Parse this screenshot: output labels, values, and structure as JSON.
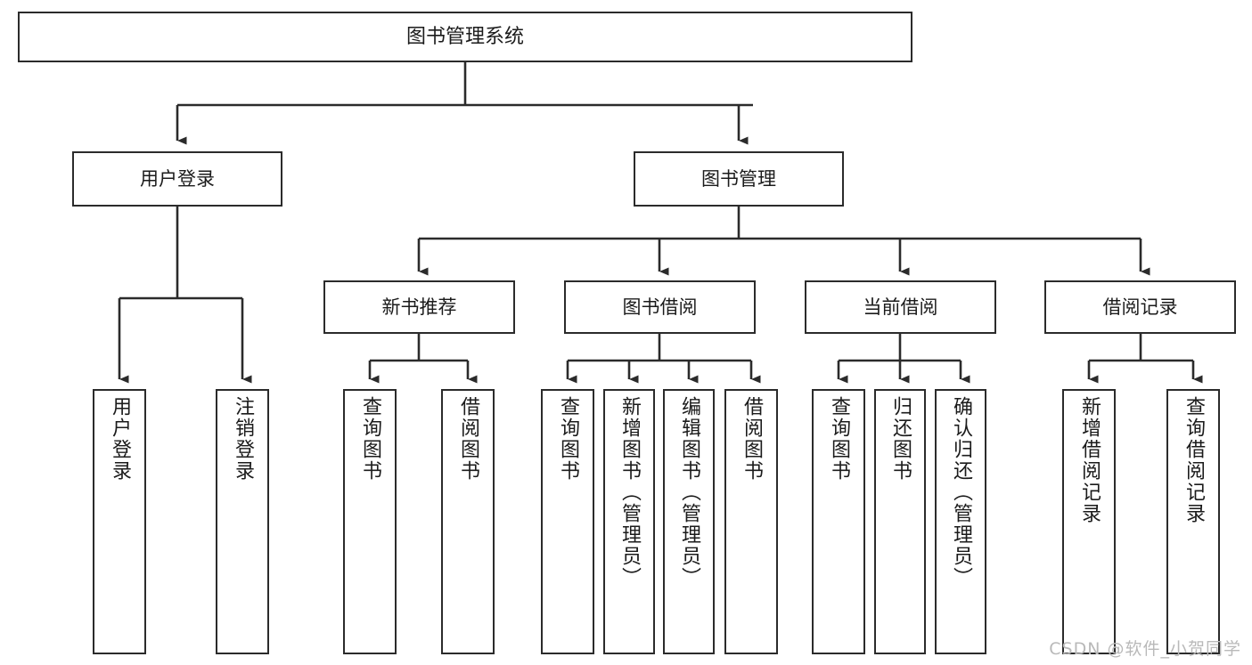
{
  "diagram": {
    "title_node": {
      "label": "图书管理系统"
    },
    "level2": [
      {
        "id": "user-login",
        "label": "用户登录"
      },
      {
        "id": "book-management",
        "label": "图书管理"
      }
    ],
    "level3": [
      {
        "id": "new-book-recommend",
        "label": "新书推荐"
      },
      {
        "id": "book-borrow",
        "label": "图书借阅"
      },
      {
        "id": "current-borrow",
        "label": "当前借阅"
      },
      {
        "id": "borrow-record",
        "label": "借阅记录"
      }
    ],
    "leaves": {
      "user_login": [
        {
          "id": "leaf-user-login",
          "label": "用户登录"
        },
        {
          "id": "leaf-logout-login",
          "label": "注销登录"
        }
      ],
      "new_book_recommend": [
        {
          "id": "leaf-query-book-1",
          "label": "查询图书"
        },
        {
          "id": "leaf-borrow-book-1",
          "label": "借阅图书"
        }
      ],
      "book_borrow": [
        {
          "id": "leaf-query-book-2",
          "label": "查询图书"
        },
        {
          "id": "leaf-add-book",
          "label": "新增图书（管理员）"
        },
        {
          "id": "leaf-edit-book",
          "label": "编辑图书（管理员）"
        },
        {
          "id": "leaf-borrow-book-2",
          "label": "借阅图书"
        }
      ],
      "current_borrow": [
        {
          "id": "leaf-query-book-3",
          "label": "查询图书"
        },
        {
          "id": "leaf-return-book",
          "label": "归还图书"
        },
        {
          "id": "leaf-confirm-return",
          "label": "确认归还（管理员）"
        }
      ],
      "borrow_record": [
        {
          "id": "leaf-add-record",
          "label": "新增借阅记录"
        },
        {
          "id": "leaf-query-record",
          "label": "查询借阅记录"
        }
      ]
    }
  },
  "watermark": {
    "text": "CSDN @软件_小贺同学"
  },
  "colors": {
    "stroke": "#2b2b2b",
    "text": "#1b1b1b",
    "background": "#ffffff",
    "watermark": "#b9b9b9"
  }
}
